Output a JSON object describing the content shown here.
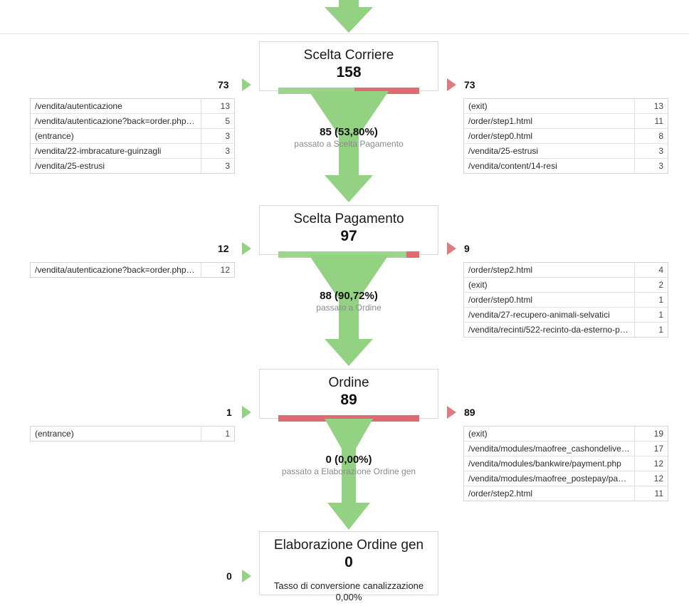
{
  "report": {
    "type": "funnel-visualization",
    "language": "it",
    "colors": {
      "green": "#93d283",
      "green_light": "#9bd68c",
      "red": "#dd6b72",
      "red_arrow": "#dd7b80",
      "box_border": "#d9d9d9",
      "muted_text": "#8b8b8b"
    }
  },
  "steps": [
    {
      "name": "Scelta Corriere",
      "count": "158",
      "bar_green_percent": 53.8,
      "entry": {
        "count": "73",
        "rows": [
          {
            "label": "/vendita/autenticazione",
            "value": "13"
          },
          {
            "label": "/vendita/autenticazione?back=order.php?…",
            "value": "5"
          },
          {
            "label": "(entrance)",
            "value": "3"
          },
          {
            "label": "/vendita/22-imbracature-guinzagli",
            "value": "3"
          },
          {
            "label": "/vendita/25-estrusi",
            "value": "3"
          }
        ]
      },
      "exit": {
        "count": "73",
        "rows": [
          {
            "label": "(exit)",
            "value": "13"
          },
          {
            "label": "/order/step1.html",
            "value": "11"
          },
          {
            "label": "/order/step0.html",
            "value": "8"
          },
          {
            "label": "/vendita/25-estrusi",
            "value": "3"
          },
          {
            "label": "/vendita/content/14-resi",
            "value": "3"
          }
        ]
      }
    },
    {
      "name": "Scelta Pagamento",
      "count": "97",
      "bar_green_percent": 90.72,
      "entry": {
        "count": "12",
        "rows": [
          {
            "label": "/vendita/autenticazione?back=order.php?…",
            "value": "12"
          }
        ]
      },
      "exit": {
        "count": "9",
        "rows": [
          {
            "label": "/order/step2.html",
            "value": "4"
          },
          {
            "label": "(exit)",
            "value": "2"
          },
          {
            "label": "/order/step0.html",
            "value": "1"
          },
          {
            "label": "/vendita/27-recupero-animali-selvatici",
            "value": "1"
          },
          {
            "label": "/vendita/recinti/522-recinto-da-esterno-per…",
            "value": "1"
          }
        ]
      }
    },
    {
      "name": "Ordine",
      "count": "89",
      "bar_green_percent": 0,
      "entry": {
        "count": "1",
        "rows": [
          {
            "label": "(entrance)",
            "value": "1"
          }
        ]
      },
      "exit": {
        "count": "89",
        "rows": [
          {
            "label": "(exit)",
            "value": "19"
          },
          {
            "label": "/vendita/modules/maofree_cashondelivery…",
            "value": "17"
          },
          {
            "label": "/vendita/modules/bankwire/payment.php",
            "value": "12"
          },
          {
            "label": "/vendita/modules/maofree_postepay/paym…",
            "value": "12"
          },
          {
            "label": "/order/step2.html",
            "value": "11"
          }
        ]
      }
    },
    {
      "name": "Elaborazione Ordine gen",
      "count": "0",
      "note": "Tasso di conversione canalizzazione 0,00%",
      "entry": {
        "count": "0",
        "rows": []
      }
    }
  ],
  "connectors": [
    {
      "big": "85 (53,80%)",
      "small": "passato a Scelta Pagamento"
    },
    {
      "big": "88 (90,72%)",
      "small": "passato a Ordine"
    },
    {
      "big": "0 (0,00%)",
      "small": "passato a Elaborazione Ordine gen"
    }
  ]
}
